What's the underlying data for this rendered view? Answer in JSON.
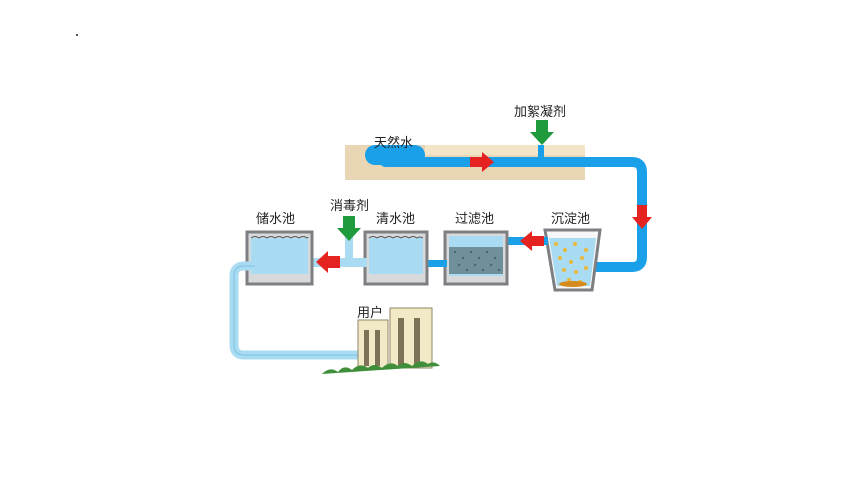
{
  "labels": {
    "natural_water": "天然水",
    "coagulant": "加絮凝剂",
    "sedimentation_tank": "沉淀池",
    "filter_tank": "过滤池",
    "clear_water_tank": "清水池",
    "disinfectant": "消毒剂",
    "storage_tank": "储水池",
    "users": "用户"
  },
  "colors": {
    "water_pipe": "#1aa0e8",
    "water_light": "#a9dcf2",
    "flow_arrow": "#e52421",
    "dosing_arrow": "#1f9a3c",
    "ground": "#e8d6b4",
    "tank_wall": "#7d7f82",
    "building": "#f2e9c6",
    "grass": "#3f8f3a"
  }
}
